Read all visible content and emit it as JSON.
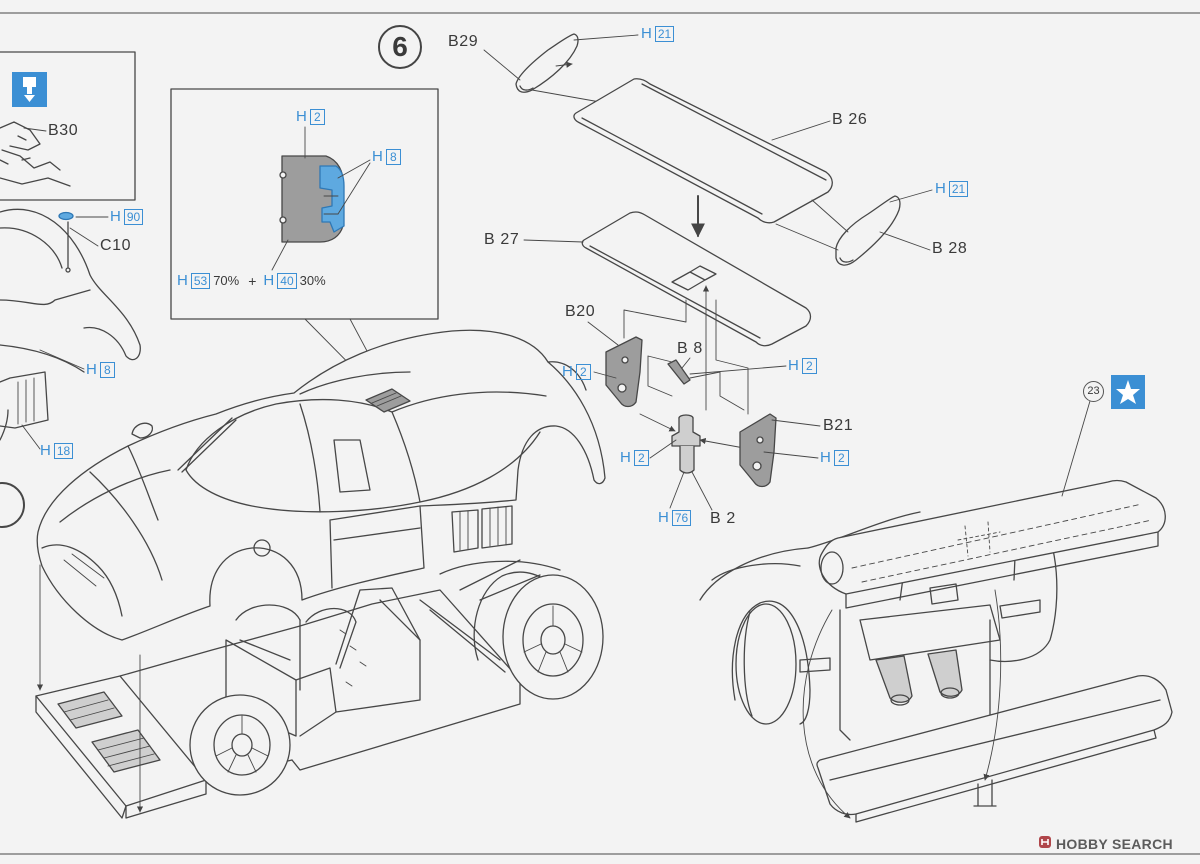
{
  "step": {
    "number": "6"
  },
  "part_labels": {
    "b29": "B29",
    "b26": "B 26",
    "b28": "B 28",
    "b27": "B 27",
    "b20": "B20",
    "b8": "B 8",
    "b21": "B21",
    "b2": "B 2",
    "b30": "B30",
    "c10": "C10"
  },
  "color_callouts": {
    "b29_endplate": {
      "prefix": "H",
      "code": "21"
    },
    "b28_endplate": {
      "prefix": "H",
      "code": "21"
    },
    "b8_bracket": {
      "prefix": "H",
      "code": "2"
    },
    "b20_support": {
      "prefix": "H",
      "code": "2"
    },
    "b21_support": {
      "prefix": "H",
      "code": "2"
    },
    "b2_post_top": {
      "prefix": "H",
      "code": "2"
    },
    "b2_post_base": {
      "prefix": "H",
      "code": "76"
    },
    "c10_lens": {
      "prefix": "H",
      "code": "90"
    },
    "body_panel": {
      "prefix": "H",
      "code": "8"
    },
    "side_vent": {
      "prefix": "H",
      "code": "18"
    }
  },
  "detail_inset": {
    "vent_body": {
      "prefix": "H",
      "code": "2"
    },
    "vent_clips": {
      "prefix": "H",
      "code": "8"
    },
    "mix": {
      "first": {
        "prefix": "H",
        "code": "53",
        "ratio": "70%"
      },
      "plus": "+",
      "second": {
        "prefix": "H",
        "code": "40",
        "ratio": "30%"
      }
    }
  },
  "decal": {
    "number": "23"
  },
  "icons": {
    "cement": "cement-icon",
    "decal_marker": "star-icon",
    "watermark_logo": "hobby-search-logo-icon"
  },
  "watermark": {
    "text": "HOBBY SEARCH"
  },
  "colors": {
    "background": "#f3f3f3",
    "line": "#474747",
    "paint_callout": "#3b8fd4",
    "painted_part": "#9d9d9d",
    "clip_highlight": "#5ea9e0"
  }
}
